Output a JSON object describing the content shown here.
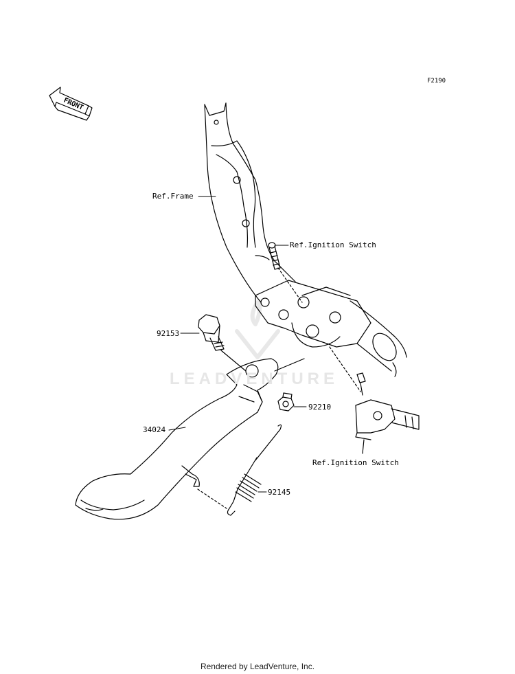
{
  "diagram_code": "F2190",
  "front_arrow": {
    "label": "FRONT"
  },
  "watermark": {
    "text": "LEADVENTURE"
  },
  "labels": {
    "frame": "Ref.Frame",
    "ignition_switch_top": "Ref.Ignition Switch",
    "ignition_switch_bottom": "Ref.Ignition Switch"
  },
  "parts": [
    {
      "number": "92153"
    },
    {
      "number": "92210"
    },
    {
      "number": "34024"
    },
    {
      "number": "92145"
    }
  ],
  "footer": "Rendered by LeadVenture, Inc."
}
